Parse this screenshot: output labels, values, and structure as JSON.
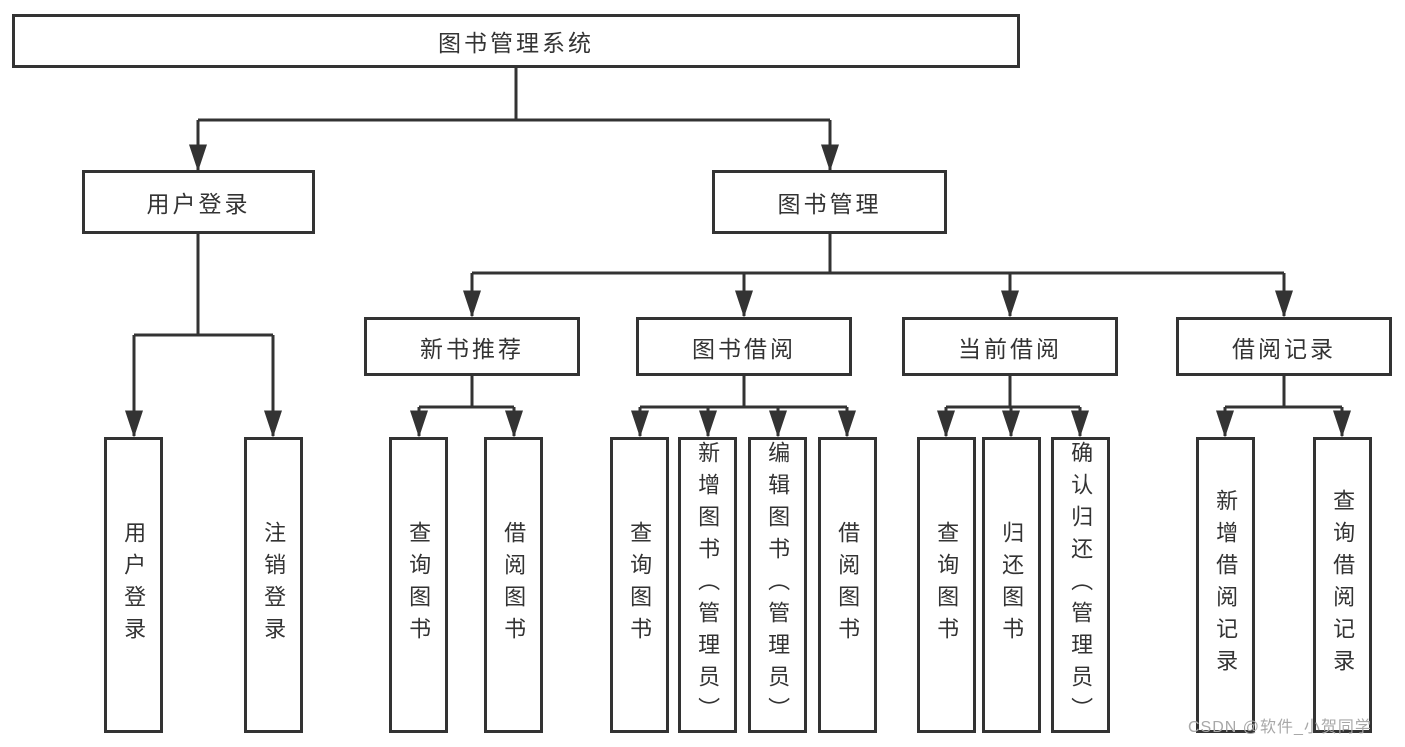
{
  "diagram": {
    "tree": {
      "label": "图书管理系统",
      "children": [
        {
          "label": "用户登录",
          "children": [
            {
              "label": "用户登录"
            },
            {
              "label": "注销登录"
            }
          ]
        },
        {
          "label": "图书管理",
          "children": [
            {
              "label": "新书推荐",
              "children": [
                {
                  "label": "查询图书"
                },
                {
                  "label": "借阅图书"
                }
              ]
            },
            {
              "label": "图书借阅",
              "children": [
                {
                  "label": "查询图书"
                },
                {
                  "label": "新增图书（管理员）"
                },
                {
                  "label": "编辑图书（管理员）"
                },
                {
                  "label": "借阅图书"
                }
              ]
            },
            {
              "label": "当前借阅",
              "children": [
                {
                  "label": "查询图书"
                },
                {
                  "label": "归还图书"
                },
                {
                  "label": "确认归还（管理员）"
                }
              ]
            },
            {
              "label": "借阅记录",
              "children": [
                {
                  "label": "新增借阅记录"
                },
                {
                  "label": "查询借阅记录"
                }
              ]
            }
          ]
        }
      ]
    },
    "watermark": "CSDN @软件_小贺同学",
    "colors": {
      "line": "#333333",
      "box_border": "#333333",
      "box_fill": "#ffffff",
      "text": "#333333",
      "watermark": "#a8a8a8"
    }
  }
}
